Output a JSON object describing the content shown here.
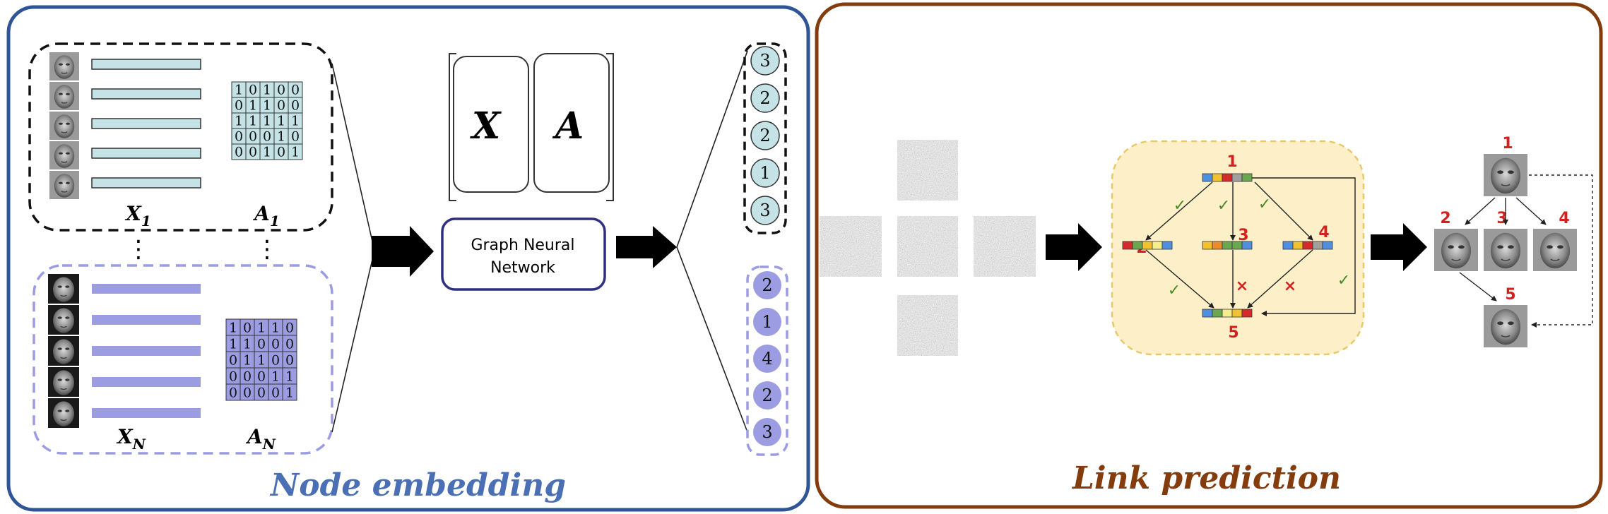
{
  "panels": {
    "node_embedding": {
      "title": "Node embedding",
      "border_color": "#2f5597",
      "title_color": "#4a6fb5"
    },
    "link_prediction": {
      "title": "Link prediction",
      "border_color": "#843c0c",
      "title_color": "#843c0c"
    }
  },
  "node_embedding": {
    "graph_1": {
      "feature_label": "X",
      "feature_sub": "1",
      "adjacency_label": "A",
      "adjacency_sub": "1",
      "color": "#c5e3e6",
      "matrix": [
        [
          "1",
          "0",
          "1",
          "0",
          "0"
        ],
        [
          "0",
          "1",
          "1",
          "0",
          "0"
        ],
        [
          "1",
          "1",
          "1",
          "1",
          "1"
        ],
        [
          "0",
          "0",
          "0",
          "1",
          "0"
        ],
        [
          "0",
          "0",
          "1",
          "0",
          "1"
        ]
      ],
      "labels": [
        "3",
        "2",
        "2",
        "1",
        "3"
      ]
    },
    "graph_n": {
      "feature_label": "X",
      "feature_sub": "N",
      "adjacency_label": "A",
      "adjacency_sub": "N",
      "color": "#9c9ce3",
      "matrix": [
        [
          "1",
          "0",
          "1",
          "1",
          "0"
        ],
        [
          "1",
          "1",
          "0",
          "0",
          "0"
        ],
        [
          "0",
          "1",
          "1",
          "0",
          "0"
        ],
        [
          "0",
          "0",
          "0",
          "1",
          "1"
        ],
        [
          "0",
          "0",
          "0",
          "0",
          "1"
        ]
      ],
      "labels": [
        "2",
        "1",
        "4",
        "2",
        "3"
      ]
    },
    "ellipsis": "⋮",
    "stack_x": "X",
    "stack_a": "A",
    "gnn_label_line1": "Graph Neural",
    "gnn_label_line2": "Network",
    "gnn_border": "#2f2f80"
  },
  "link_prediction": {
    "graph_bg": "#fdf0c8",
    "graph_border": "#e6c96a",
    "nodes": [
      "1",
      "2",
      "3",
      "4",
      "5"
    ],
    "node_label_color": "#d62020",
    "check": "✓",
    "cross": "×",
    "check_color": "#4a8a2a",
    "cross_color": "#d62020",
    "block_colors": {
      "blue": "#4f8fdf",
      "yellow": "#f2c12e",
      "red": "#d62a2a",
      "gray": "#a0a0a0",
      "green": "#6aa84f",
      "orange": "#ed8a2c",
      "lightyellow": "#f5ee8a"
    }
  }
}
